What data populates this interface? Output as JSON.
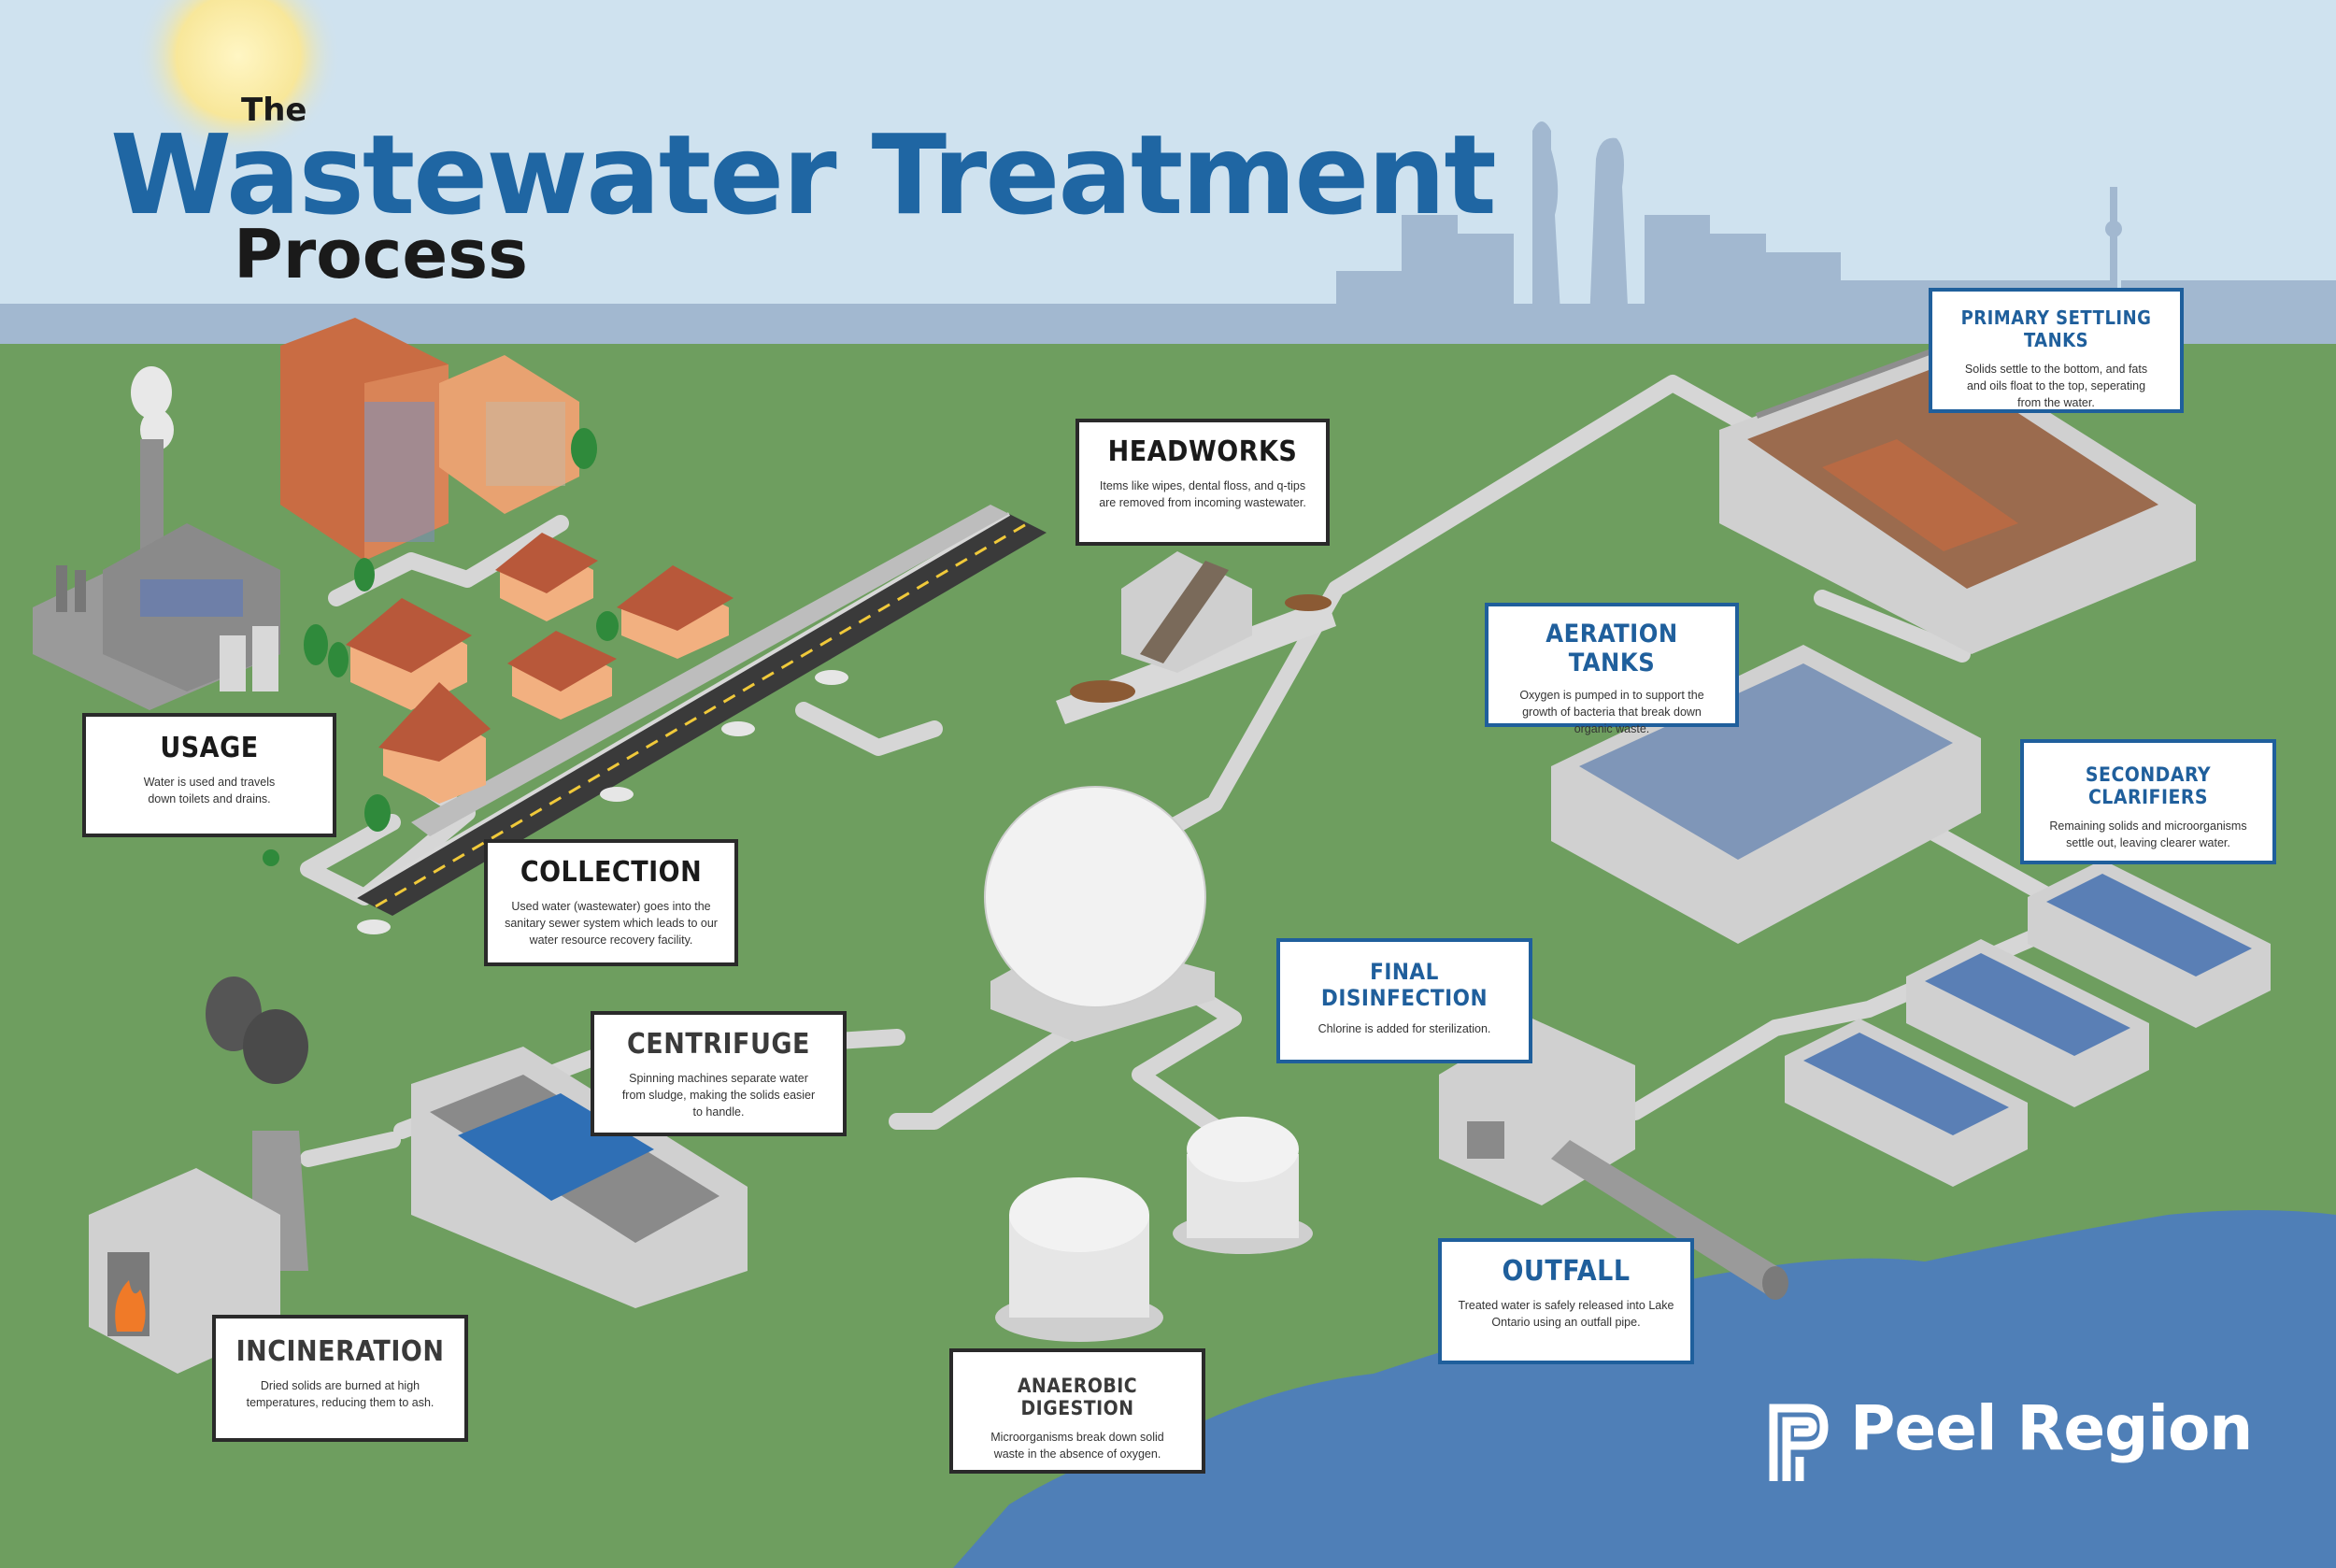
{
  "title": {
    "the": "The",
    "main": "Wastewater Treatment",
    "process": "Process"
  },
  "steps": [
    {
      "title": "USAGE",
      "text": "Water is used and travels down toilets and drains."
    },
    {
      "title": "COLLECTION",
      "text": "Used water (wastewater) goes into the sanitary sewer system which leads to our water resource recovery facility."
    },
    {
      "title": "HEADWORKS",
      "text": "Items like wipes, dental floss, and q-tips are removed from incoming wastewater."
    },
    {
      "title": "PRIMARY SETTLING TANKS",
      "text": "Solids settle to the bottom, and fats and oils float to the top, seperating from the water."
    },
    {
      "title": "AERATION TANKS",
      "text": "Oxygen is pumped in to support the growth of bacteria that break down organic waste."
    },
    {
      "title": "SECONDARY CLARIFIERS",
      "text": "Remaining solids and microorganisms settle out, leaving clearer water."
    },
    {
      "title": "FINAL DISINFECTION",
      "text": "Chlorine is added for sterilization."
    },
    {
      "title": "OUTFALL",
      "text": "Treated water is safely released into Lake Ontario using an outfall pipe."
    },
    {
      "title": "CENTRIFUGE",
      "text": "Spinning machines separate water from sludge, making the solids easier to handle."
    },
    {
      "title": "INCINERATION",
      "text": "Dried solids are burned at high temperatures, reducing them to ash."
    },
    {
      "title": "ANAEROBIC DIGESTION",
      "text": "Microorganisms break down solid waste in the absence of oxygen."
    }
  ],
  "brand": {
    "name": "Peel Region"
  },
  "colors": {
    "sky": "#cfe2ef",
    "grass": "#6e9e5f",
    "lake": "#4f7fb7",
    "title_blue": "#1f66a3",
    "pipe": "#cfcfcf"
  }
}
